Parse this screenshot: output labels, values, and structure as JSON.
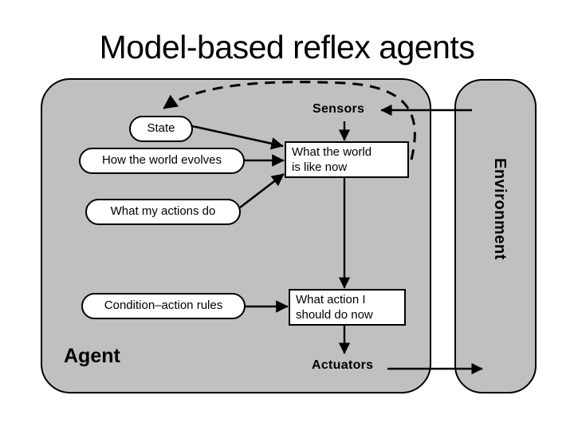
{
  "slide": {
    "title": "Model-based reflex agents",
    "background_color": "#ffffff",
    "panel_fill": "#c0c0c0",
    "node_fill": "#ffffff",
    "stroke_color": "#000000"
  },
  "diagram": {
    "type": "agent-architecture",
    "panels": [
      {
        "id": "agent",
        "label": "Agent",
        "shape": "rounded-rect",
        "fill": "#c0c0c0"
      },
      {
        "id": "environment",
        "label": "Environment",
        "shape": "rounded-rect",
        "fill": "#c0c0c0",
        "orientation": "vertical"
      }
    ],
    "interface_labels": [
      {
        "id": "sensors",
        "label": "Sensors"
      },
      {
        "id": "actuators",
        "label": "Actuators"
      }
    ],
    "knowledge_nodes": [
      {
        "id": "state",
        "label": "State",
        "shape": "rounded-pill"
      },
      {
        "id": "how-world-evolves",
        "label": "How the world evolves",
        "shape": "rounded-pill"
      },
      {
        "id": "what-my-actions-do",
        "label": "What my actions do",
        "shape": "rounded-pill"
      },
      {
        "id": "condition-action-rules",
        "label": "Condition–action rules",
        "shape": "rounded-pill"
      }
    ],
    "process_nodes": [
      {
        "id": "what-world-is-like-now",
        "line1": "What the world",
        "line2": "is like now",
        "shape": "rect"
      },
      {
        "id": "what-action-i-should-do-now",
        "line1": "What action I",
        "line2": "should do now",
        "shape": "rect"
      }
    ],
    "edges": [
      {
        "from": "what-world-is-like-now",
        "to": "state",
        "style": "dashed",
        "arrow": true
      },
      {
        "from": "state",
        "to": "what-world-is-like-now",
        "style": "solid",
        "arrow": true
      },
      {
        "from": "how-world-evolves",
        "to": "what-world-is-like-now",
        "style": "solid",
        "arrow": true
      },
      {
        "from": "what-my-actions-do",
        "to": "what-world-is-like-now",
        "style": "solid",
        "arrow": true
      },
      {
        "from": "sensors",
        "to": "what-world-is-like-now",
        "style": "solid",
        "arrow": true
      },
      {
        "from": "environment",
        "to": "sensors",
        "style": "solid",
        "arrow": true
      },
      {
        "from": "what-world-is-like-now",
        "to": "what-action-i-should-do-now",
        "style": "solid",
        "arrow": true
      },
      {
        "from": "condition-action-rules",
        "to": "what-action-i-should-do-now",
        "style": "solid",
        "arrow": true
      },
      {
        "from": "what-action-i-should-do-now",
        "to": "actuators",
        "style": "solid",
        "arrow": true
      },
      {
        "from": "actuators",
        "to": "environment",
        "style": "solid",
        "arrow": true
      }
    ]
  }
}
